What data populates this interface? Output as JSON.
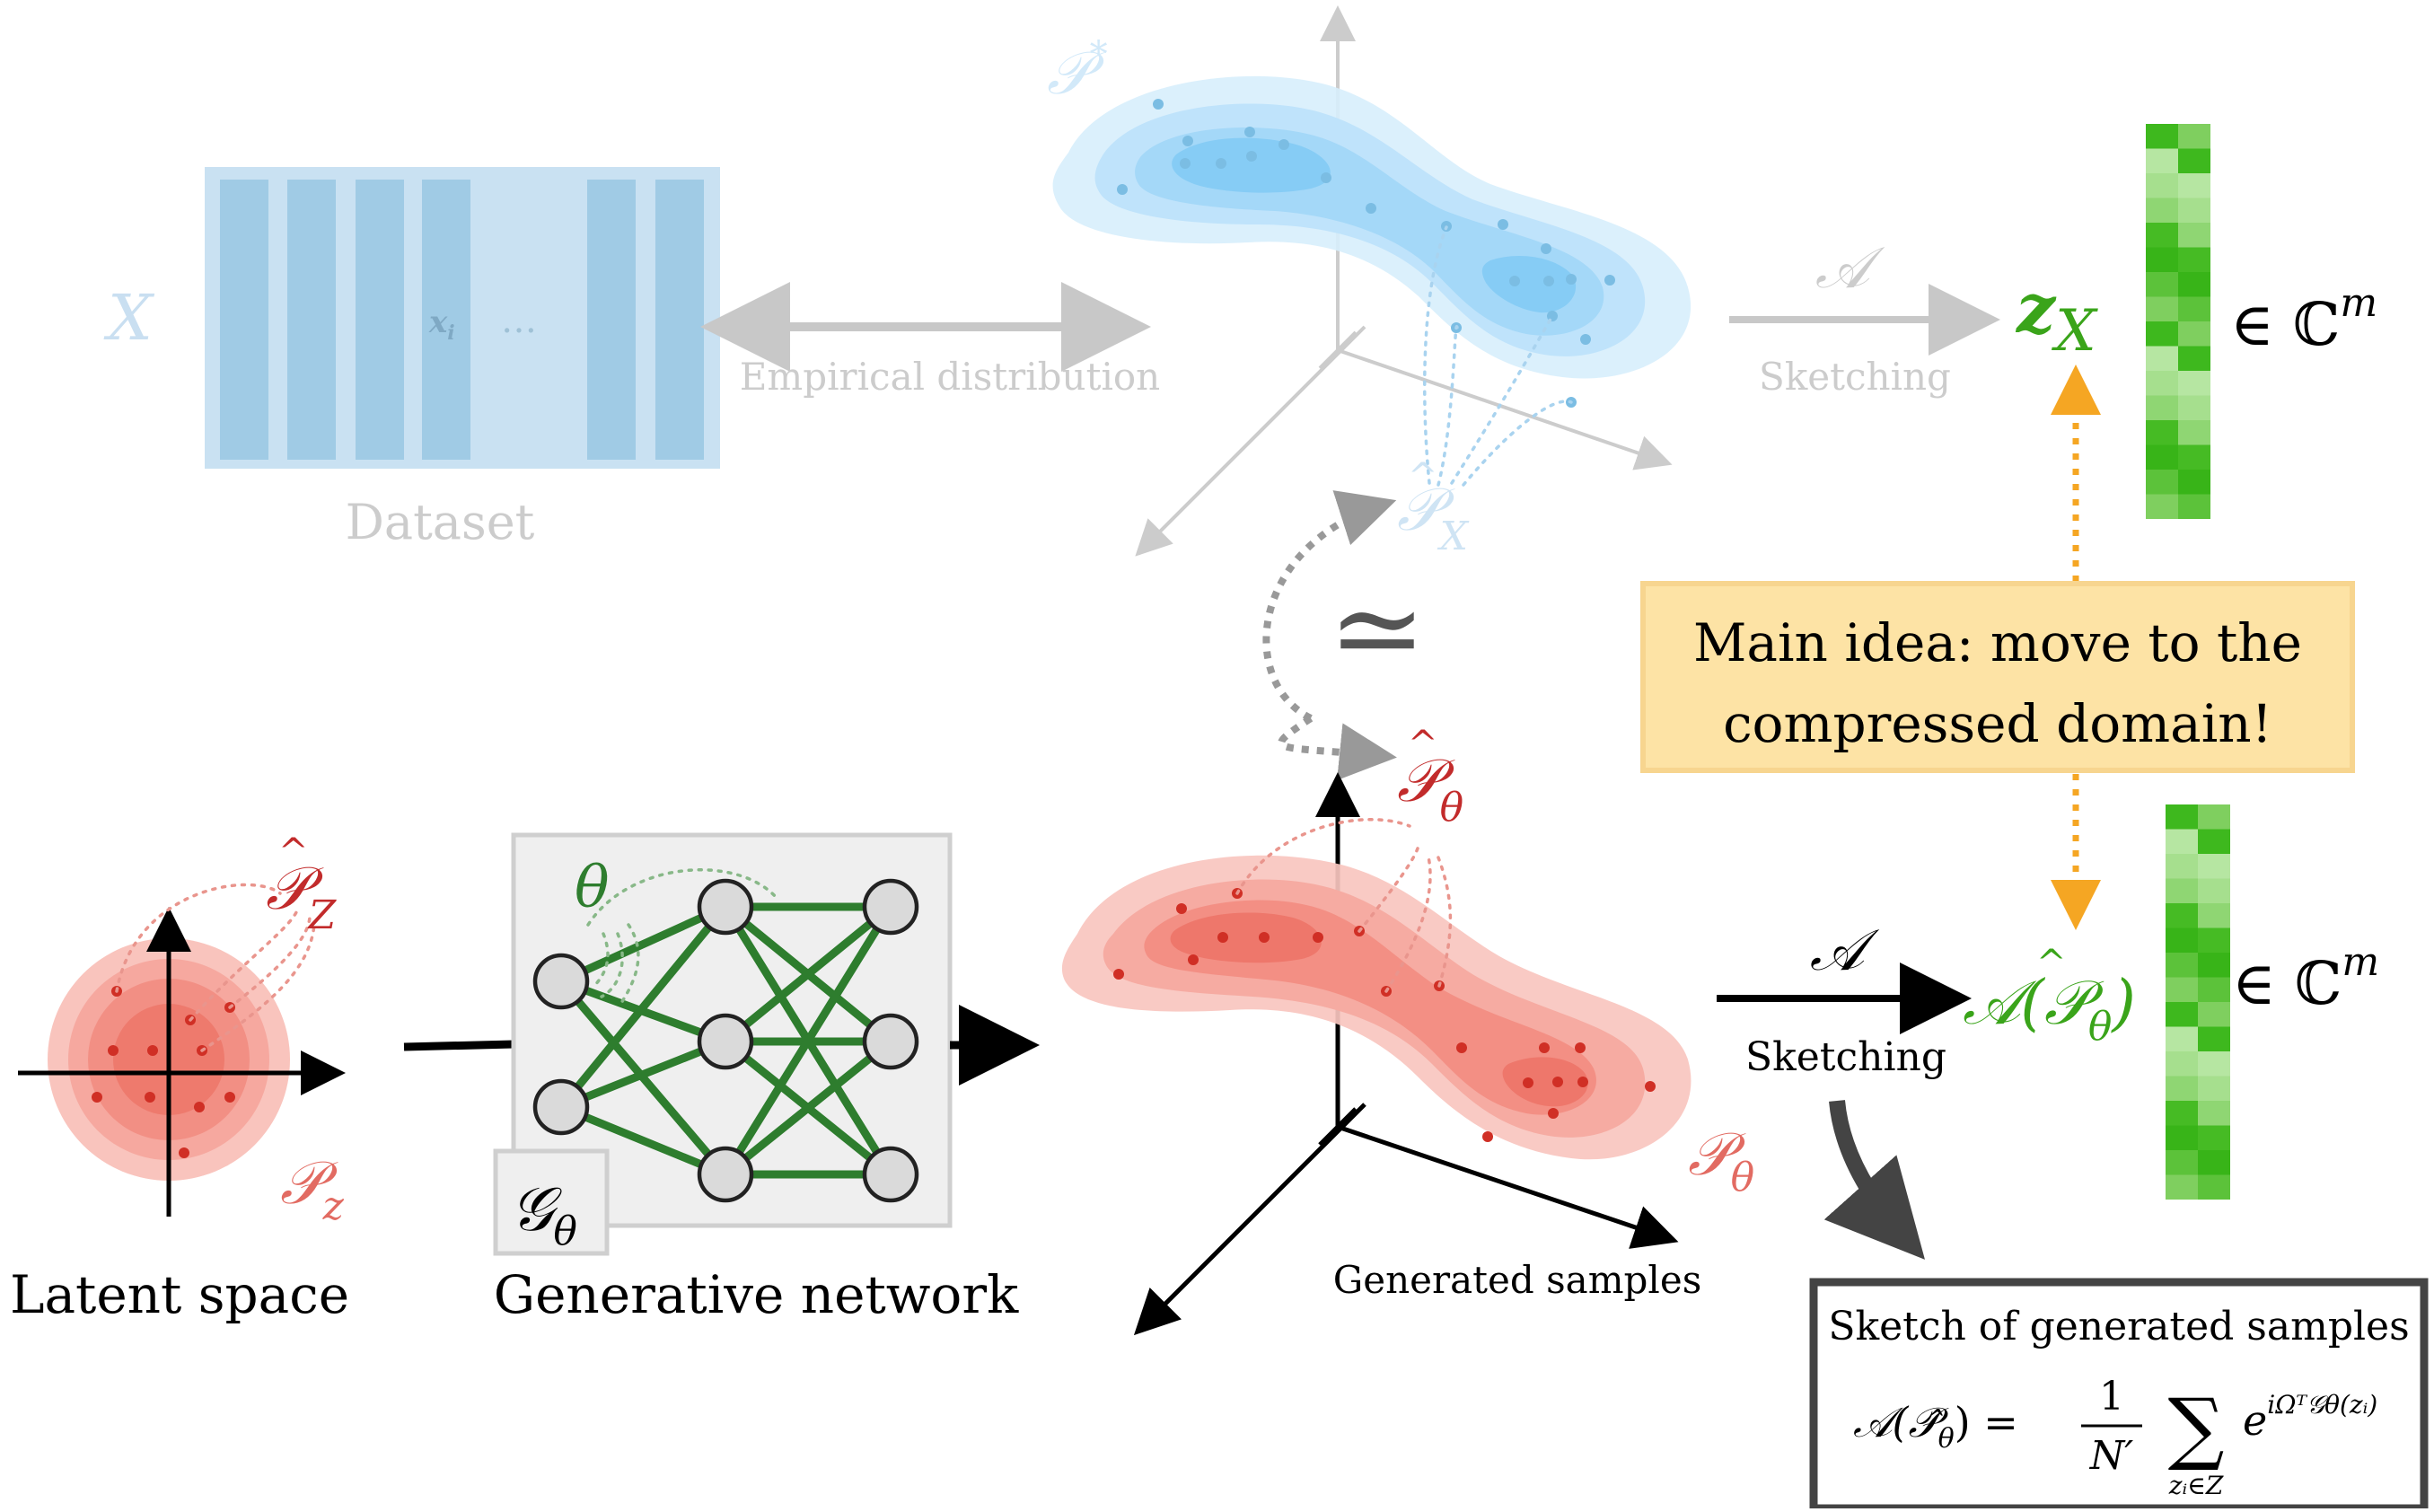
{
  "labels": {
    "dataset": "Dataset",
    "empirical_distribution": "Empirical distribution",
    "sketching_top": "Sketching",
    "sketching_bottom": "Sketching",
    "latent_space": "Latent space",
    "generative_network": "Generative network",
    "generated_samples": "Generated samples",
    "main_idea_line1": "Main idea: move to the",
    "main_idea_line2": "compressed domain!",
    "sketch_box_title": "Sketch of generated samples"
  },
  "symbols": {
    "X": "X",
    "x_i": "x",
    "x_i_sub": "i",
    "dots": "…",
    "P_star": "𝒫",
    "P_star_sup": "*",
    "P_hat": "𝒫",
    "sub_X": "X",
    "sub_theta": "θ",
    "sub_Z": "Z",
    "sub_z": "z",
    "approx": "≃",
    "A": "𝒜",
    "z": "z",
    "in_C": "∈ ℂ",
    "m": "m",
    "A_of_open": "𝒜(",
    "A_of_close": ")",
    "theta": "θ",
    "G": "𝒢",
    "formula_lhs": "𝒜(𝒫̂",
    "formula_eq": ") =",
    "formula_frac_num": "1",
    "formula_frac_den": "N′",
    "formula_sum": "∑",
    "formula_sum_sub": "zᵢ∈Z",
    "formula_exp": "e",
    "formula_exp_sup": "iΩᵀ𝒢θ(zᵢ)"
  },
  "colors": {
    "faded_blue": "#c9dff1",
    "blue_fill": "#a5cde6",
    "blue_cloud": "#6ec3f2",
    "red": "#d9443a",
    "red_label": "#c22b2b",
    "green_text": "#3aa41a",
    "green_net": "#2e7d2e",
    "orange": "#f5a623",
    "callout_bg": "#fde3a5",
    "gray": "#c8c8c8"
  }
}
